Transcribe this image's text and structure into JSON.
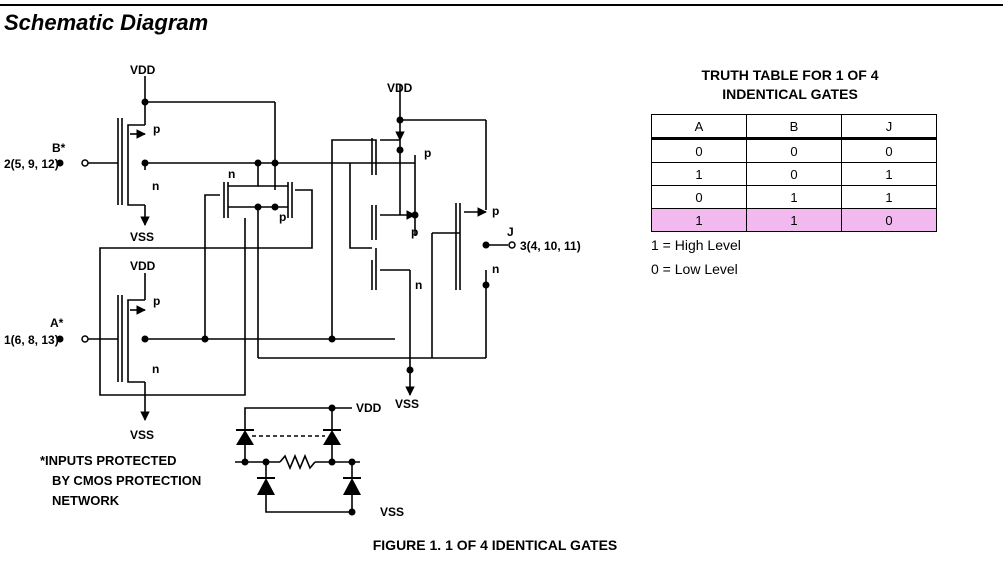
{
  "section_title": "Schematic Diagram",
  "schematic": {
    "vdd": "VDD",
    "vss": "VSS",
    "p": "p",
    "n": "n",
    "input_b_pins": "2(5, 9, 12)",
    "input_b_name": "B*",
    "input_a_pins": "1(6, 8, 13)",
    "input_a_name": "A*",
    "output_name": "J",
    "output_pins": "3(4, 10, 11)",
    "footnote": [
      "*INPUTS PROTECTED",
      "BY CMOS PROTECTION",
      "NETWORK"
    ]
  },
  "truth_table": {
    "title": [
      "TRUTH TABLE FOR 1 OF 4",
      "INDENTICAL GATES"
    ],
    "headers": [
      "A",
      "B",
      "J"
    ],
    "rows": [
      [
        "0",
        "0",
        "0"
      ],
      [
        "1",
        "0",
        "1"
      ],
      [
        "0",
        "1",
        "1"
      ],
      [
        "1",
        "1",
        "0"
      ]
    ],
    "highlight_row": 4,
    "highlight_color": "#f2b9ef"
  },
  "legend": [
    "1 = High Level",
    "0 = Low Level"
  ],
  "figure_caption": "FIGURE 1.  1 OF 4 IDENTICAL GATES"
}
